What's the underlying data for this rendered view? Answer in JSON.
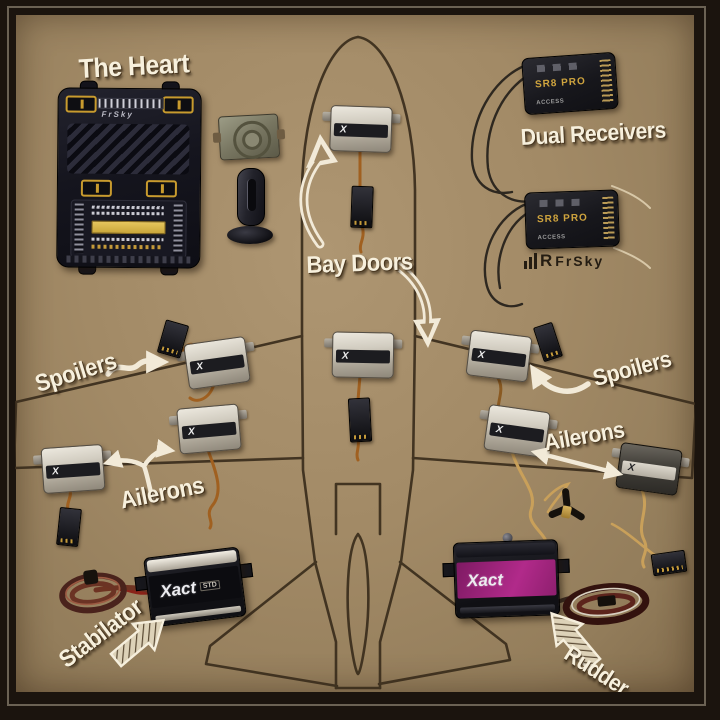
{
  "labels": {
    "the_heart": "The Heart",
    "dual_receivers": "Dual Receivers",
    "bay_doors": "Bay Doors",
    "spoilers_left": "Spoilers",
    "spoilers_right": "Spoilers",
    "ailerons_left": "Ailerons",
    "ailerons_right": "Ailerons",
    "stabilator": "Stabilator",
    "rudder": "Rudder"
  },
  "brands": {
    "board_logo": "FrSky",
    "receiver_model": "SR8 PRO",
    "receiver_protocol": "ACCESS",
    "footer_logo_mark": "R",
    "footer_logo": "FrSky",
    "servo_logo": "X",
    "large_servo_logo": "Xact",
    "large_servo_variant": "STD"
  },
  "colors": {
    "cardboard": "#a28a66",
    "airplane_outline": "#3a2d1c",
    "annotation_white": "#f2ead8",
    "receiver_text_gold": "#cfa43e",
    "rudder_servo_label_magenta": "#a82080",
    "connector_gold": "#d9a932"
  }
}
